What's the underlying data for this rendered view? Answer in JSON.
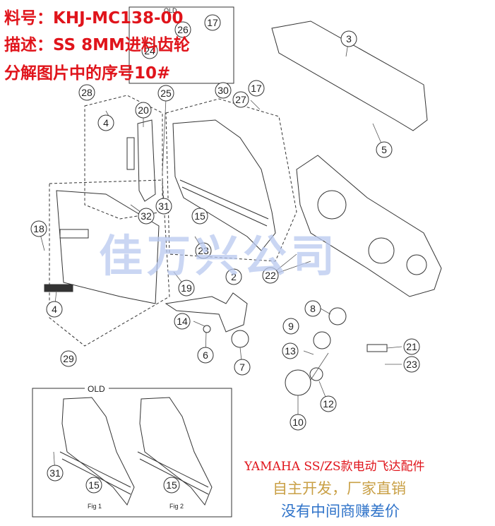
{
  "header": {
    "line1": "料号：KHJ-MC138-00",
    "line2": "描述：SS 8MM进料齿轮",
    "line3": "分解图片中的序号10#"
  },
  "watermark": "佳万兴公司",
  "promo": {
    "line1": "YAMAHA SS/ZS款电动飞达配件",
    "line2": "自主开发，厂家直销",
    "line3": "没有中间商赚差价"
  },
  "colors": {
    "header": "#e0141b",
    "promo1": "#e0141b",
    "promo2": "#c9a046",
    "promo3": "#2f73c9",
    "watermark": "#b9c9ef"
  },
  "diagram": {
    "old_top_label": "OLD",
    "old_box_label": "OLD",
    "fig1": "Fig 1",
    "fig2": "Fig 2",
    "parts": {
      "p3": "3",
      "p5": "5",
      "p17a": "17",
      "p26": "26",
      "p24": "24",
      "p28": "28",
      "p20": "20",
      "p4a": "4",
      "p25": "25",
      "p30": "30",
      "p27": "27",
      "p17b": "17",
      "p31a": "31",
      "p32": "32",
      "p15a": "15",
      "p18": "18",
      "p23a": "23",
      "p22": "22",
      "p2": "2",
      "p19": "19",
      "p4b": "4",
      "p14": "14",
      "p6": "6",
      "p7": "7",
      "p8": "8",
      "p9": "9",
      "p13": "13",
      "p21": "21",
      "p23b": "23",
      "p29": "29",
      "p12": "12",
      "p10": "10",
      "p31b": "31",
      "p15b": "15",
      "p15c": "15"
    }
  }
}
